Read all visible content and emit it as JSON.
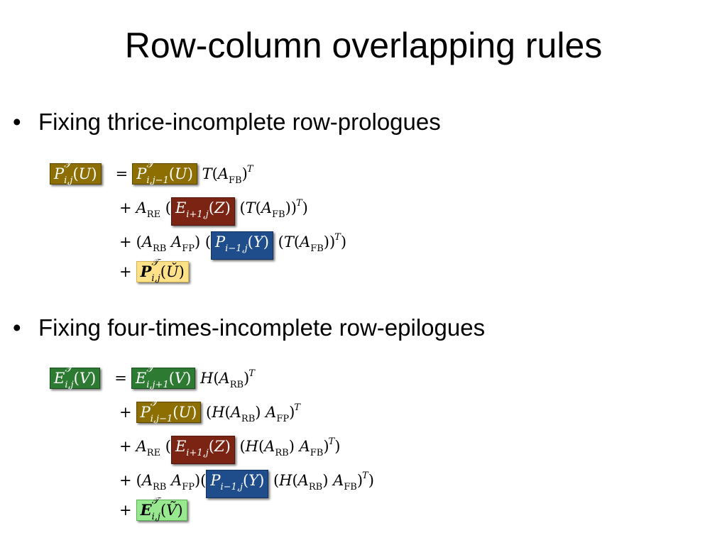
{
  "slide": {
    "title": "Row-column overlapping rules",
    "bullets": [
      {
        "marker": "•",
        "text": "Fixing thrice-incomplete row-prologues"
      },
      {
        "marker": "•",
        "text": "Fixing four-times-incomplete row-epilogues"
      }
    ]
  },
  "colors": {
    "olive": "#8d6e00",
    "maroon": "#7b2414",
    "blue": "#1f4c8a",
    "green": "#2d7a32",
    "light_yellow": "#ffe18a",
    "light_green": "#97e88f"
  }
}
